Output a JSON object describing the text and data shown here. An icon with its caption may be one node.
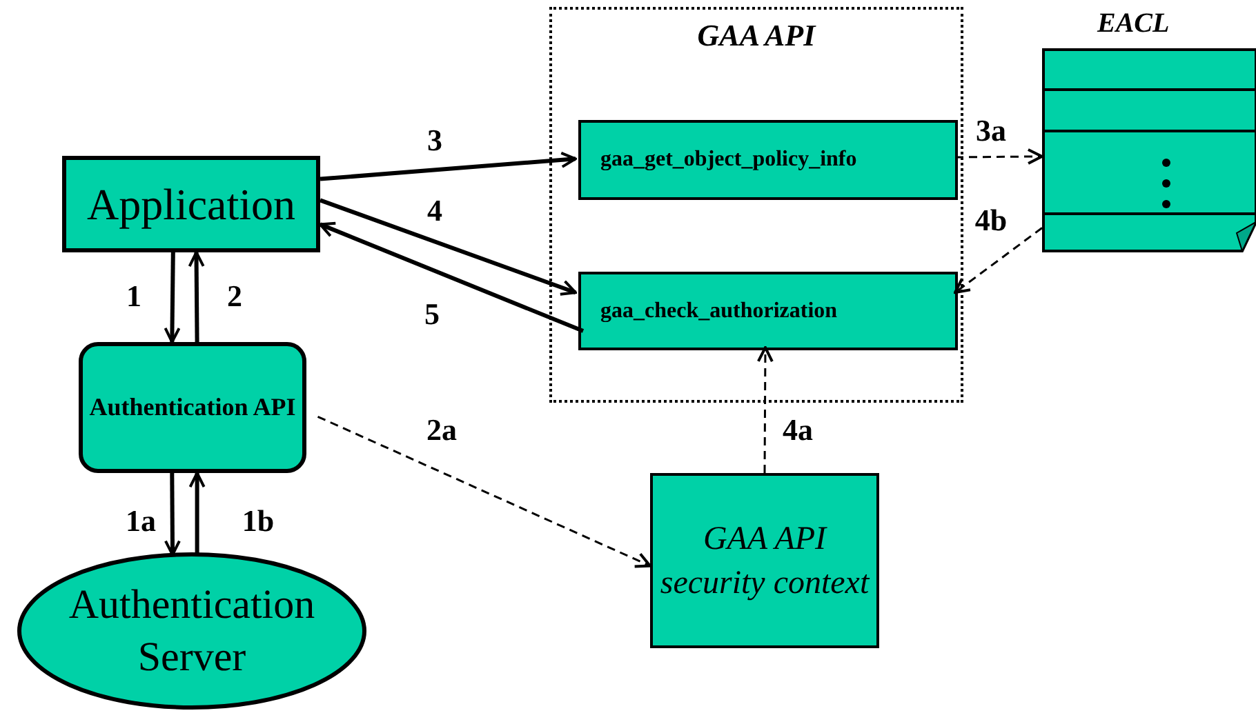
{
  "diagram": {
    "nodes": [
      {
        "text": [
          "GAA  API"
        ]
      },
      {
        "text": [
          "gaa_get_object_policy_info"
        ],
        "in": 0
      },
      {
        "text": [
          "gaa_check_authorization"
        ],
        "in": 0
      },
      {
        "text": [
          "Application"
        ]
      },
      {
        "text": [
          "Authentication API"
        ]
      },
      {
        "text": [
          "Authentication Server"
        ]
      },
      {
        "text": [
          "EACL"
        ]
      },
      {
        "text": [
          "GAA API security context"
        ]
      }
    ],
    "edges": [
      {
        "from": 3,
        "to": 1,
        "arrow": "to",
        "label": "3"
      },
      {
        "from": 3,
        "to": 2,
        "arrow": "to",
        "label": "4"
      },
      {
        "from": 2,
        "to": 3,
        "arrow": "to",
        "label": "5"
      },
      {
        "from": 3,
        "to": 4,
        "arrow": "to",
        "label": "1"
      },
      {
        "from": 4,
        "to": 3,
        "arrow": "to",
        "label": "2"
      },
      {
        "from": 4,
        "to": 5,
        "arrow": "to",
        "label": "1a"
      },
      {
        "from": 5,
        "to": 4,
        "arrow": "to",
        "label": "1b"
      },
      {
        "from": 1,
        "to": 6,
        "arrow": "to",
        "label": "3a",
        "style": "dashed"
      },
      {
        "from": 6,
        "to": 2,
        "arrow": "to",
        "label": "4b",
        "style": "dashed"
      },
      {
        "from": 4,
        "to": 7,
        "arrow": "to",
        "label": "2a",
        "style": "dashed"
      },
      {
        "from": 7,
        "to": 2,
        "arrow": "to",
        "label": "4a",
        "style": "dashed"
      }
    ]
  }
}
